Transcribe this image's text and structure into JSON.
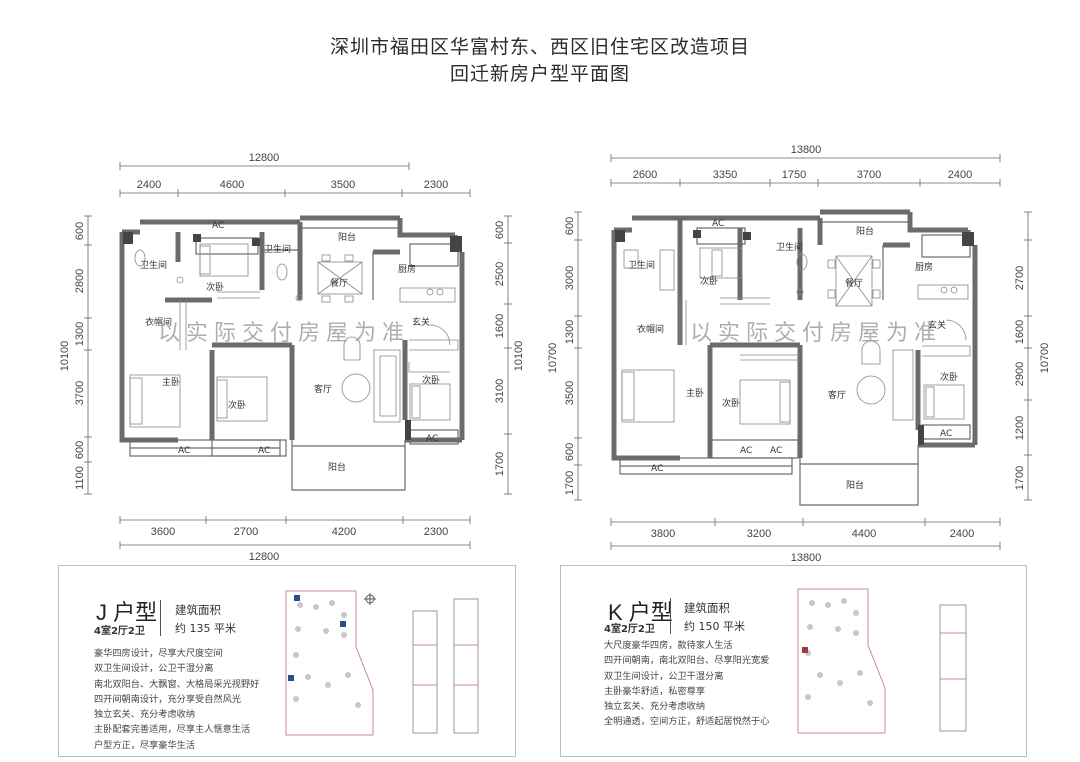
{
  "title": {
    "line1": "深圳市福田区华富村东、西区旧住宅区改造项目",
    "line2": "回迁新房户型平面图"
  },
  "watermark": "以实际交付房屋为准",
  "plan_j": {
    "dims_top_total": "12800",
    "dims_top": [
      "2400",
      "4600",
      "3500",
      "2300"
    ],
    "dims_bottom": [
      "3600",
      "2700",
      "4200",
      "2300"
    ],
    "dims_bottom_total": "12800",
    "dims_left": [
      "600",
      "2800",
      "1300",
      "3700",
      "600",
      "1100"
    ],
    "dims_left_total": "10100",
    "dims_right": [
      "600",
      "2500",
      "1600",
      "3100",
      "1700"
    ],
    "dims_right_total": "10100",
    "rooms": {
      "bath1": "卫生间",
      "bath2": "卫生间",
      "bed2": "次卧",
      "closet": "衣帽间",
      "master": "主卧",
      "bed3": "次卧",
      "living": "客厅",
      "dining": "餐厅",
      "balcony_top": "阳台",
      "kitchen": "厨房",
      "entry": "玄关",
      "bed4": "次卧",
      "balcony_bottom": "阳台"
    },
    "ac": "AC"
  },
  "plan_k": {
    "dims_top_total": "13800",
    "dims_top": [
      "2600",
      "3350",
      "1750",
      "3700",
      "2400"
    ],
    "dims_bottom": [
      "3800",
      "3200",
      "4400",
      "2400"
    ],
    "dims_bottom_total": "13800",
    "dims_left": [
      "600",
      "3000",
      "1300",
      "3500",
      "600",
      "1700"
    ],
    "dims_left_total": "10700",
    "dims_right": [
      "2700",
      "1600",
      "2900",
      "1200",
      "1700"
    ],
    "dims_right_total": "10700",
    "rooms": {
      "bath1": "卫生间",
      "bath2": "卫生间",
      "bed2": "次卧",
      "closet": "衣帽间",
      "master": "主卧",
      "bed3": "次卧",
      "living": "客厅",
      "dining": "餐厅",
      "balcony_top": "阳台",
      "kitchen": "厨房",
      "entry": "玄关",
      "bed4": "次卧",
      "balcony_bottom": "阳台"
    },
    "ac": "AC"
  },
  "info_j": {
    "type": "J 户型",
    "rooms": "4室2厅2卫",
    "area_label": "建筑面积",
    "area_value": "约 135 平米",
    "features": [
      "豪华四房设计，尽享大尺度空间",
      "双卫生间设计，公卫干湿分离",
      "南北双阳台、大飘窗、大格局采光视野好",
      "四开间朝南设计，充分享受自然风光",
      "独立玄关、充分考虑收纳",
      "主卧配套完善适用，尽享主人惬意生活",
      "户型方正，尽享豪华生活"
    ]
  },
  "info_k": {
    "type": "K 户型",
    "rooms": "4室2厅2卫",
    "area_label": "建筑面积",
    "area_value": "约 150 平米",
    "features": [
      "大尺度豪华四房，款待家人生活",
      "四开间朝南，南北双阳台、尽享阳光宽爱",
      "双卫生间设计，公卫干湿分离",
      "主卧豪华舒适，私密尊享",
      "独立玄关、充分考虑收纳",
      "全明通透，空间方正，舒适起居悦然于心"
    ]
  }
}
